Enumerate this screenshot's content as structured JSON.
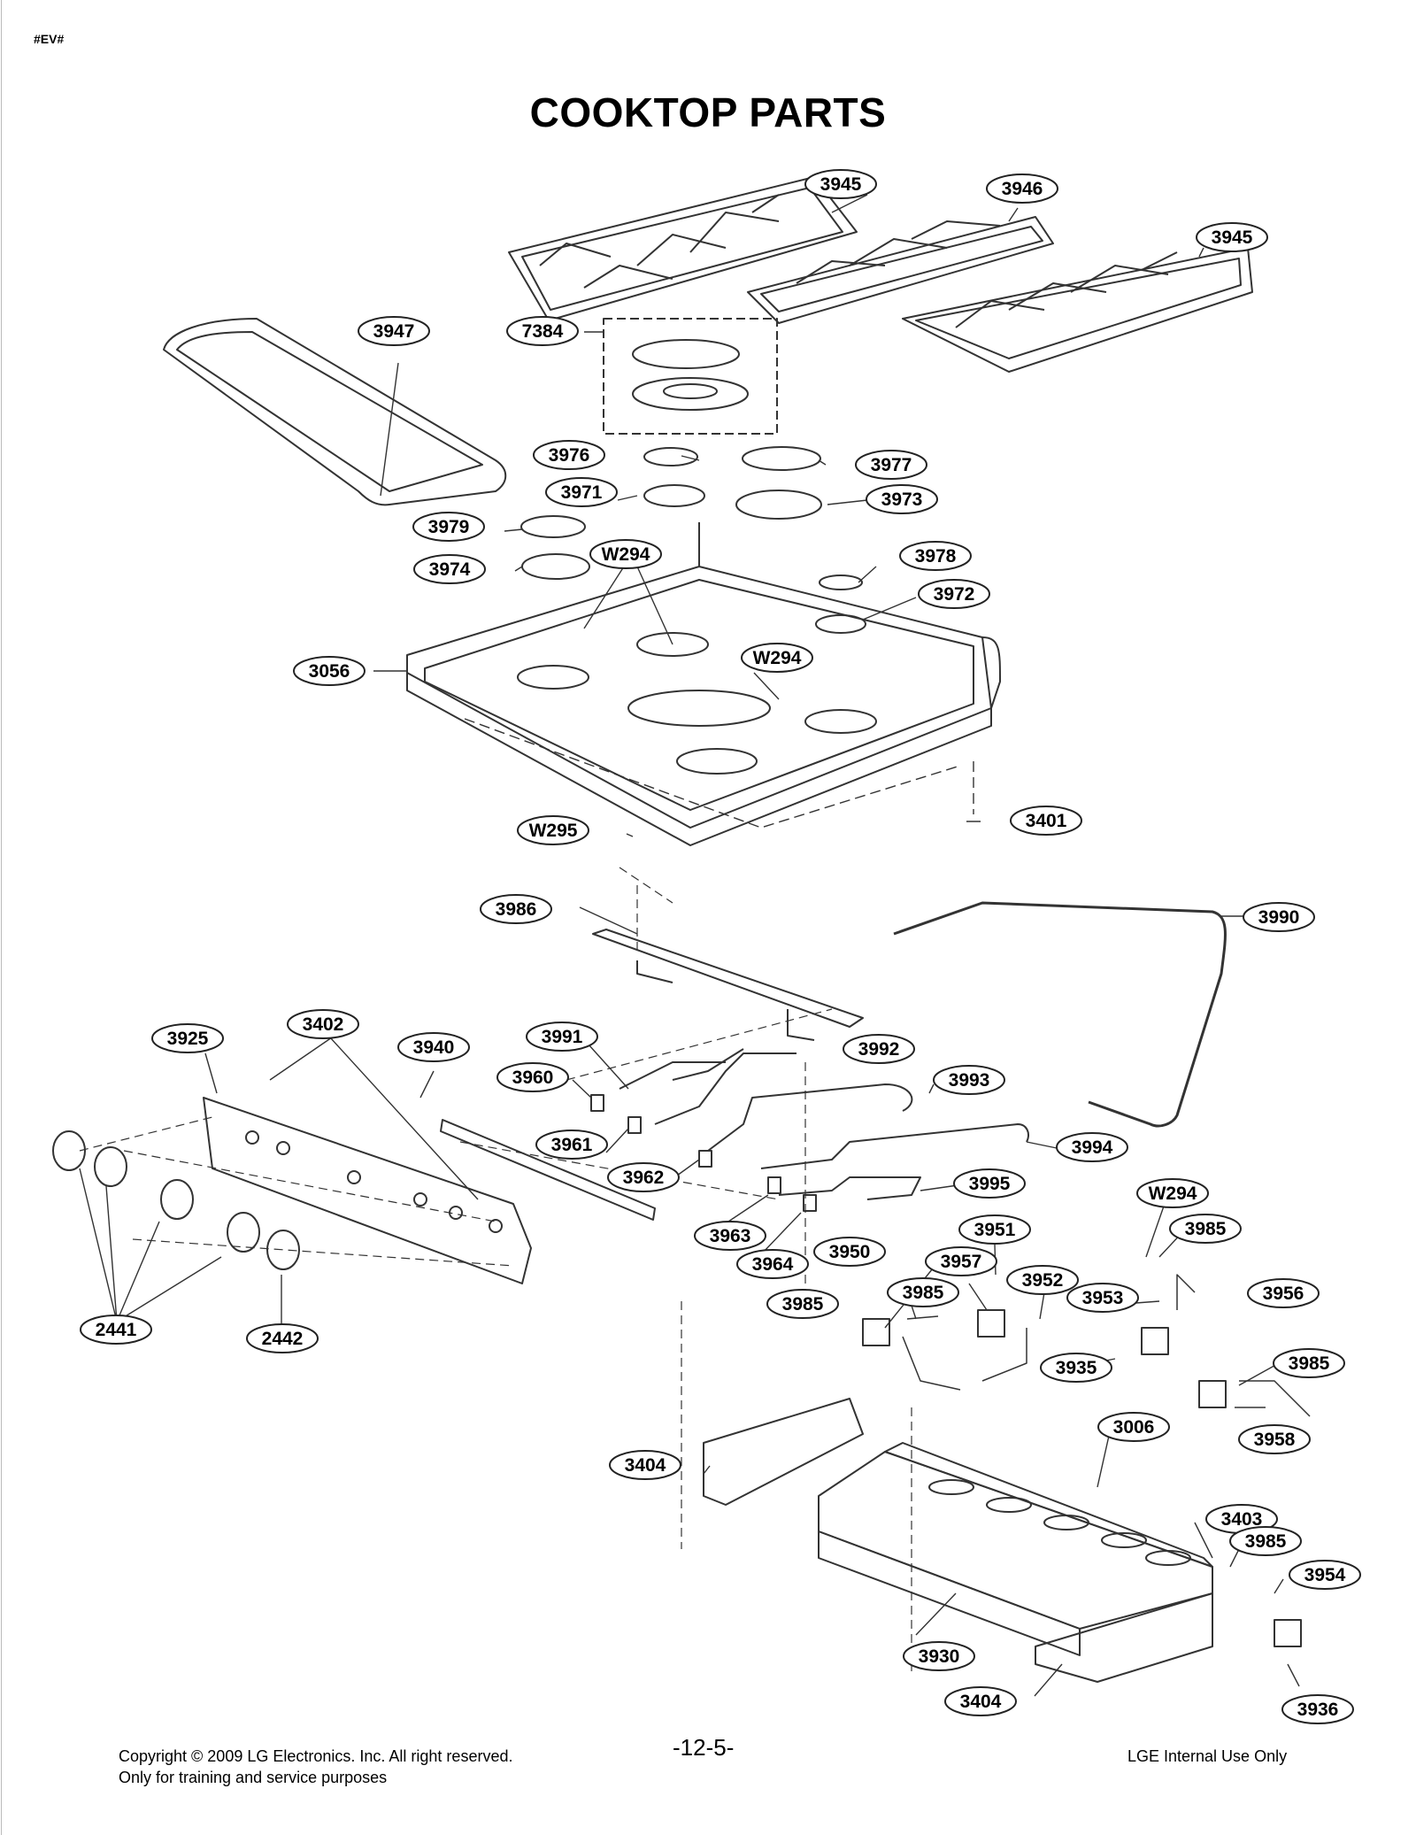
{
  "doc_code": "#EV#",
  "title": "COOKTOP PARTS",
  "footer": {
    "copyright": "Copyright © 2009 LG Electronics. Inc. All right reserved.",
    "usage": "Only for training and service purposes",
    "page_number": "-12-5-",
    "internal": "LGE Internal Use Only"
  },
  "callouts": [
    "3945",
    "3946",
    "3945",
    "3947",
    "7384",
    "3976",
    "3977",
    "3971",
    "3973",
    "3979",
    "3974",
    "W294",
    "3978",
    "3972",
    "3056",
    "W294",
    "W295",
    "3401",
    "3986",
    "3990",
    "3925",
    "3402",
    "3940",
    "3991",
    "3992",
    "3960",
    "3993",
    "3961",
    "3994",
    "3962",
    "3995",
    "3963",
    "3964",
    "W294",
    "3985",
    "3951",
    "3950",
    "3957",
    "3985",
    "3952",
    "3953",
    "3956",
    "3985",
    "3935",
    "3985",
    "3958",
    "3006",
    "3404",
    "3403",
    "3985",
    "3954",
    "3930",
    "3404",
    "3936",
    "2441",
    "2442"
  ]
}
